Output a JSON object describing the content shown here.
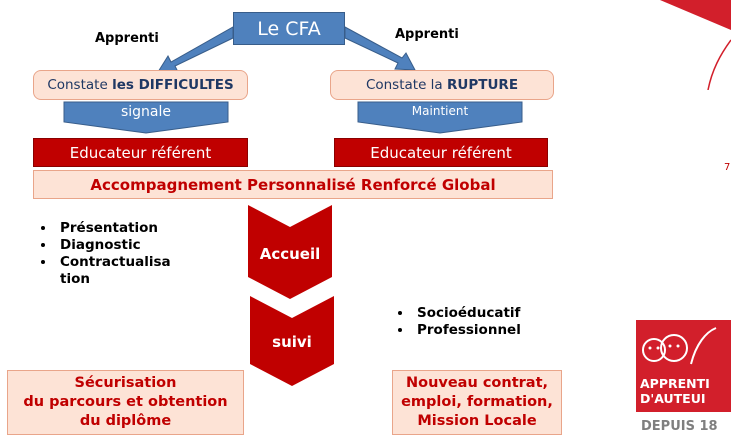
{
  "top_box": {
    "label": "Le CFA"
  },
  "left_branch": {
    "arrow_label": "Apprenti",
    "constate_prefix": "Constate",
    "constate_emphasis": "les DIFFICULTES",
    "action_label": "signale",
    "educator_label": "Educateur référent"
  },
  "right_branch": {
    "arrow_label": "Apprenti",
    "constate_prefix": "Constate la",
    "constate_emphasis": "RUPTURE",
    "action_label": "Maintient",
    "educator_label": "Educateur référent"
  },
  "program_banner": "Accompagnement Personnalisé Renforcé Global",
  "accueil": {
    "label": "Accueil",
    "bullets": [
      "Présentation",
      "Diagnostic",
      "Contractualisa tion"
    ]
  },
  "suivi": {
    "label": "suivi",
    "bullets": [
      "Socioéducatif",
      "Professionnel"
    ]
  },
  "outcome_left": [
    "Sécurisation",
    "du parcours et obtention",
    "du diplôme"
  ],
  "outcome_right": [
    "Nouveau contrat,",
    "emploi, formation,",
    "Mission Locale"
  ],
  "logo": {
    "line1": "APPRENTI",
    "line2": "D'AUTEUI",
    "since": "DEPUIS 18"
  },
  "page_fragment": "7",
  "colors": {
    "brand_red": "#c00000",
    "blue": "#4f81bd",
    "peach": "#fde3d6",
    "text_dark_blue": "#1f3864"
  }
}
